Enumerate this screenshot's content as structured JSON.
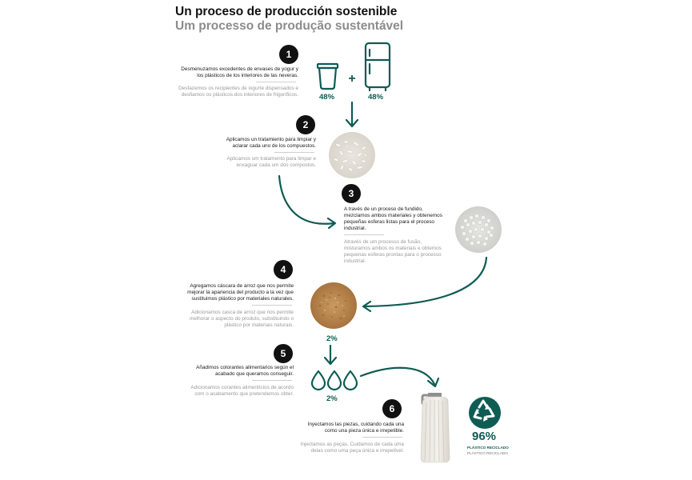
{
  "title": {
    "es": "Un proceso de producción sostenible",
    "pt": "Um processo de produção sustentável"
  },
  "steps": [
    {
      "number": "1",
      "es": "Desmenuzamos excedentes de envases de yogur y los plásticos de los interiores de las neveras.",
      "pt": "Desfazemos os recipientes de iogurte dispensados e desfiamos os plásticos dos interiores de frigoríficos."
    },
    {
      "number": "2",
      "es": "Aplicamos un tratamiento para limpiar y aclarar cada uno de los compuestos.",
      "pt": "Aplicamos um tratamento para limpar e enxaguar cada um dos compostos."
    },
    {
      "number": "3",
      "es": "A través de un proceso de fundido, mezclamos ambos materiales y obtenemos pequeñas esferas listas para el proceso industrial.",
      "pt": "Através de um processo de fusão, misturamos ambos os materiais e obtemos pequenas esferas prontas para o processo industrial."
    },
    {
      "number": "4",
      "es": "Agregamos cáscara de arroz que nos permite mejorar la apariencia del producto a la vez que sustituimos plástico por materiales naturales.",
      "pt": "Adicionamos casca de arroz que nos permite melhorar o aspecto do produto, substituindo o plástico por materiais naturais."
    },
    {
      "number": "5",
      "es": "Añadimos colorantes alimentarios según el acabado que queramos conseguir.",
      "pt": "Adicionamos corantes alimentícios de acordo com o acabamento que pretendemos obter."
    },
    {
      "number": "6",
      "es": "Inyectamos las piezas, cuidando cada una como una pieza única e irrepetible.",
      "pt": "Injectamos as peças. Cuidamos de cada uma delas como uma peça única e irrepetível."
    }
  ],
  "percentages": {
    "yogurt": "48%",
    "fridge": "48%",
    "rice": "2%",
    "colorants": "2%",
    "recycled": "96%"
  },
  "recycled_label": {
    "es": "PLÁSTICO RECICLADO",
    "pt": "PLÁSTICO RECICLADO"
  },
  "plus_sign": "+",
  "colors": {
    "accent": "#0f5c54",
    "badge": "#111111",
    "muted_text": "#9a9a9a"
  },
  "icons": [
    "yogurt-cup-icon",
    "fridge-icon",
    "water-drop-icon",
    "recycle-icon",
    "flow-arrow-icon"
  ]
}
